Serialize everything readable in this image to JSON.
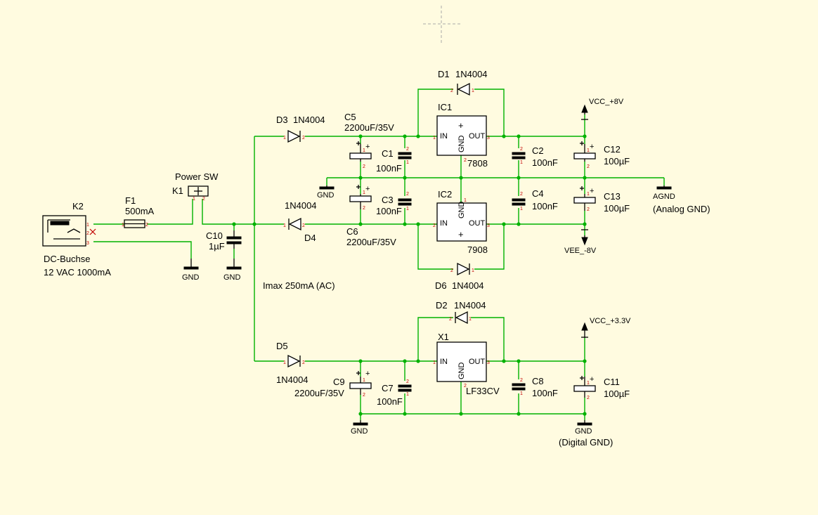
{
  "components": {
    "k2": {
      "ref": "K2",
      "name": "DC-Buchse",
      "value": "12 VAC 1000mA"
    },
    "f1": {
      "ref": "F1",
      "value": "500mA"
    },
    "k1": {
      "ref": "K1",
      "name": "Power SW"
    },
    "c10": {
      "ref": "C10",
      "value": "1µF"
    },
    "d3": {
      "ref": "D3",
      "value": "1N4004"
    },
    "d4": {
      "ref": "D4",
      "value": "1N4004"
    },
    "d5": {
      "ref": "D5",
      "value": "1N4004"
    },
    "d1": {
      "ref": "D1",
      "value": "1N4004"
    },
    "d6": {
      "ref": "D6",
      "value": "1N4004"
    },
    "d2": {
      "ref": "D2",
      "value": "1N4004"
    },
    "c5": {
      "ref": "C5",
      "value": "2200uF/35V"
    },
    "c6": {
      "ref": "C6",
      "value": "2200uF/35V"
    },
    "c9": {
      "ref": "C9",
      "value": "2200uF/35V"
    },
    "c1": {
      "ref": "C1",
      "value": "100nF"
    },
    "c3": {
      "ref": "C3",
      "value": "100nF"
    },
    "c7": {
      "ref": "C7",
      "value": "100nF"
    },
    "c2": {
      "ref": "C2",
      "value": "100nF"
    },
    "c4": {
      "ref": "C4",
      "value": "100nF"
    },
    "c8": {
      "ref": "C8",
      "value": "100nF"
    },
    "c12": {
      "ref": "C12",
      "value": "100µF"
    },
    "c13": {
      "ref": "C13",
      "value": "100µF"
    },
    "c11": {
      "ref": "C11",
      "value": "100µF"
    },
    "ic1": {
      "ref": "IC1",
      "value": "7808"
    },
    "ic2": {
      "ref": "IC2",
      "value": "7908"
    },
    "x1": {
      "ref": "X1",
      "value": "LF33CV"
    }
  },
  "pins": {
    "in": "IN",
    "out": "OUT",
    "gnd": "GND"
  },
  "nets": {
    "vcc8": "VCC_+8V",
    "vee8": "VEE_-8V",
    "vcc33": "VCC_+3.3V",
    "gnd": "GND",
    "agnd": "AGND",
    "agnd_note": "(Analog GND)",
    "dgnd_note": "(Digital GND)"
  },
  "annotations": {
    "imax": "Imax 250mA (AC)"
  }
}
